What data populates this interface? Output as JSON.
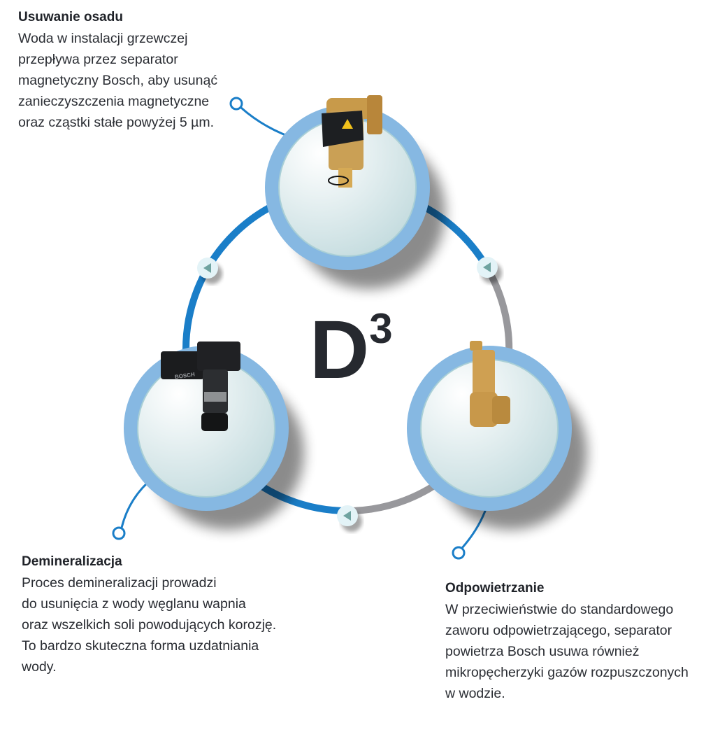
{
  "center_label": {
    "letter": "D",
    "exponent": "3"
  },
  "steps": [
    {
      "title": "Usuwanie osadu",
      "text": "Woda w instalacji grzewczej\nprzepływa przez separator\nmagnetyczny Bosch, aby usunąć\nzanieczyszczenia magnetyczne\noraz cząstki stałe powyżej 5 µm.",
      "product": "magnetic-separator"
    },
    {
      "title": "Demineralizacja",
      "text": "Proces demineralizacji prowadzi\ndo usunięcia z wody węglanu wapnia\noraz wszelkich soli powodujących korozję.\nTo bardzo skuteczna forma uzdatniania\nwody.",
      "product": "demineralization-filter",
      "product_brand": "BOSCH"
    },
    {
      "title": "Odpowietrzanie",
      "text": "W przeciwieństwie do standardowego\nzaworu odpowietrzającego, separator\npowietrza Bosch usuwa również\nmikropęcherzyki gazów rozpuszczonych\nw wodzie.",
      "product": "air-separator"
    }
  ],
  "colors": {
    "blue": "#1a7ec8",
    "gray": "#98989c",
    "ring": "#86b8e2",
    "arrow": "#6fa3a0"
  }
}
